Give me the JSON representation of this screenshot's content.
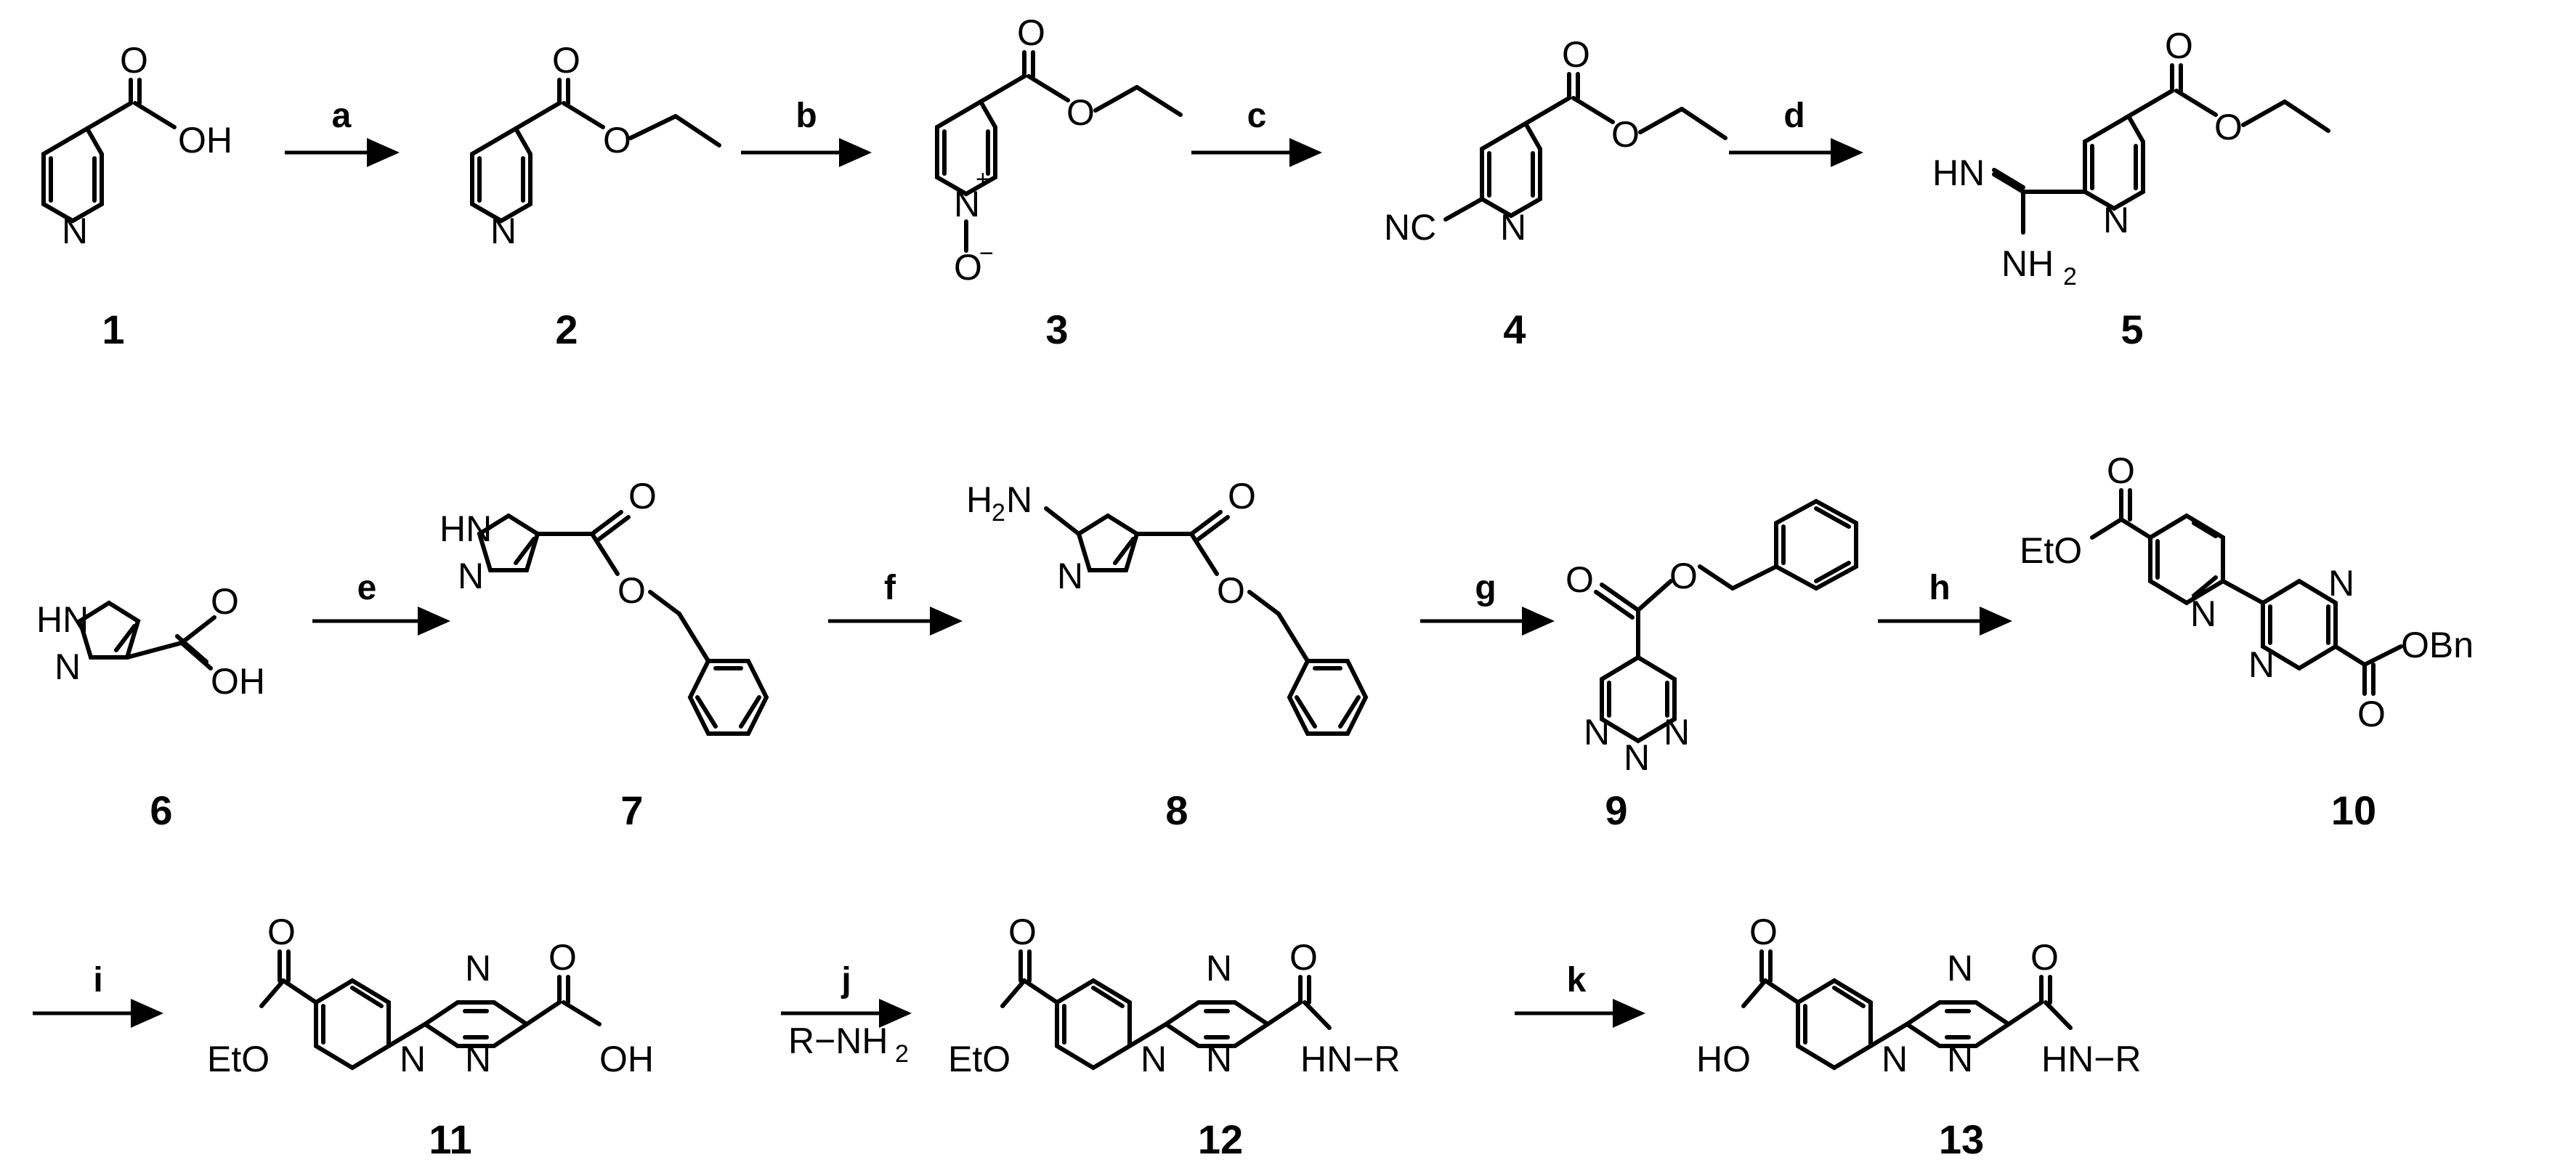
{
  "compounds": [
    {
      "id": "1"
    },
    {
      "id": "2"
    },
    {
      "id": "3"
    },
    {
      "id": "4"
    },
    {
      "id": "5"
    },
    {
      "id": "6"
    },
    {
      "id": "7"
    },
    {
      "id": "8"
    },
    {
      "id": "9"
    },
    {
      "id": "10"
    },
    {
      "id": "11"
    },
    {
      "id": "12"
    },
    {
      "id": "13"
    }
  ],
  "steps": [
    {
      "label": "a"
    },
    {
      "label": "b"
    },
    {
      "label": "c"
    },
    {
      "label": "d"
    },
    {
      "label": "e"
    },
    {
      "label": "f"
    },
    {
      "label": "g"
    },
    {
      "label": "h"
    },
    {
      "label": "i"
    },
    {
      "label": "j",
      "reagent": "R−NH",
      "reagent_sub": "2"
    },
    {
      "label": "k"
    }
  ],
  "atoms": {
    "O": "O",
    "OH": "OH",
    "N": "N",
    "NC": "NC",
    "HN": "HN",
    "NH": "NH",
    "H": "H",
    "sub2": "2",
    "plus": "+",
    "minus": "−",
    "EtO": "EtO",
    "OBn": "OBn",
    "HO": "HO",
    "HN_R": "HN−R",
    "H2N": "H",
    "NH_end": "N"
  }
}
